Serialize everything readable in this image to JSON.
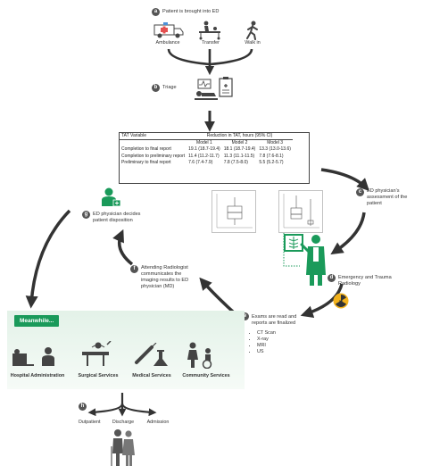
{
  "steps": {
    "a": {
      "letter": "a",
      "label": "Patient is brought into ED"
    },
    "b": {
      "letter": "b",
      "label": "Triage"
    },
    "c": {
      "letter": "c",
      "label": "ED physician's assessment of the patient"
    },
    "d": {
      "letter": "d",
      "label": "Emergency and Trauma Radiology"
    },
    "e": {
      "letter": "e",
      "label": "Exams are read and reports are finalized"
    },
    "f": {
      "letter": "f",
      "label": "Attending Radiologist communicates the imaging results to ED physician (MD)"
    },
    "g": {
      "letter": "g",
      "label": "ED physician decides patient disposition"
    },
    "h": {
      "letter": "h"
    }
  },
  "arrival_modes": [
    "Ambulance",
    "Transfer",
    "Walk in"
  ],
  "exam_types": [
    "CT Scan",
    "X-ray",
    "MRI",
    "US"
  ],
  "meanwhile": {
    "label": "Meanwhile...",
    "services": [
      "Hospital Administration",
      "Surgical Services",
      "Medical Services",
      "Community Services"
    ]
  },
  "dispositions": [
    "Outpatient",
    "Discharge",
    "Admission"
  ],
  "chart_data": {
    "type": "table",
    "header": {
      "variable": "TAT Variable",
      "group": "Reduction in TAT, hours (95% CI)"
    },
    "columns": [
      "Model 1",
      "Model 2",
      "Model 3"
    ],
    "rows": [
      {
        "label": "Completion to final report",
        "values": [
          "19.1 (18.7-19.4)",
          "18.1 (18.7-19.4)",
          "13.3 (13.0-13.6)"
        ]
      },
      {
        "label": "Completion to preliminary report",
        "values": [
          "11.4 (11.2-11.7)",
          "11.3 (11.1-11.5)",
          "7.8 (7.6-8.1)"
        ]
      },
      {
        "label": "Preliminary to final report",
        "values": [
          "7.6 (7.4-7.9)",
          "7.8 (7.5-8.0)",
          "5.5 (5.2-5.7)"
        ]
      }
    ]
  },
  "colors": {
    "green": "#1a9a5a",
    "light_green": "#e3f2e8",
    "arrow": "#3a3a3a",
    "badge": "#555555",
    "radiation": "#f2b21c"
  }
}
